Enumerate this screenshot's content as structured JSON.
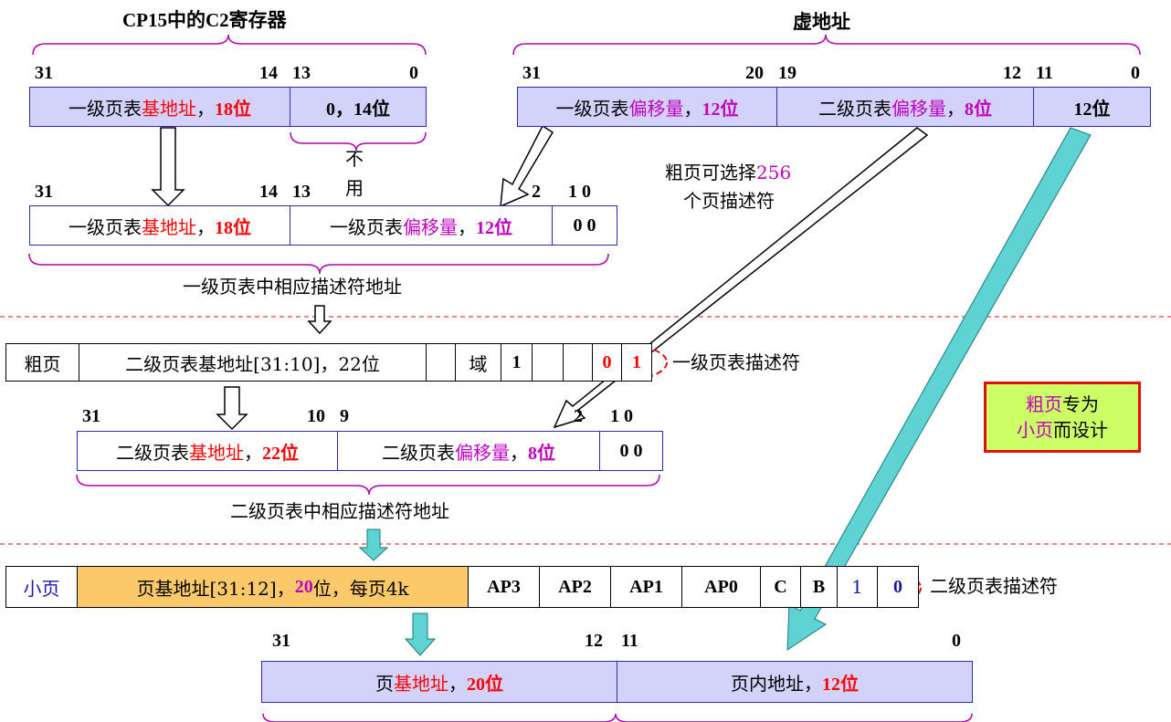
{
  "top_left": {
    "title": "CP15中的C2寄存器",
    "bits": {
      "b31": "31",
      "b14": "14",
      "b13": "13",
      "b0": "0"
    },
    "field_base": {
      "pre": "一级页表",
      "hl": "基地址",
      "post": "，",
      "size": "18位"
    },
    "field_zero": "0，14位",
    "unused_1": "不",
    "unused_2": "用"
  },
  "virtual_address": {
    "title": "虚地址",
    "bits": {
      "b31": "31",
      "b20": "20",
      "b19": "19",
      "b12": "12",
      "b11": "11",
      "b0": "0"
    },
    "field_l1": {
      "pre": "一级页表",
      "hl": "偏移量",
      "post": "，",
      "size": "12位"
    },
    "field_l2": {
      "pre": "二级页表",
      "hl": "偏移量",
      "post": "，",
      "size": "8位"
    },
    "field_off": "12位"
  },
  "l1_descriptor_address": {
    "bits": {
      "b31": "31",
      "b14": "14",
      "b13": "13",
      "b2": "2",
      "b10": "1 0"
    },
    "field_base": {
      "pre": "一级页表",
      "hl": "基地址",
      "post": "，",
      "size": "18位"
    },
    "field_off": {
      "pre": "一级页表",
      "hl": "偏移量",
      "post": "，",
      "size": "12位"
    },
    "field_zero": "0 0",
    "caption": "一级页表中相应描述符地址"
  },
  "coarse_note": {
    "line1_pre": "粗页可选择",
    "line1_num": "256",
    "line2": "个页描述符"
  },
  "l1_descriptor": {
    "type_label": "粗页",
    "base_field": "二级页表基地址[31:10]，22位",
    "domain": "域",
    "one": "1",
    "bit1": "0",
    "bit0": "1",
    "label": "一级页表描述符"
  },
  "l2_descriptor_address": {
    "bits": {
      "b31": "31",
      "b10": "10",
      "b9": "9",
      "b2": "2",
      "b10b": "1 0"
    },
    "field_base": {
      "pre": "二级页表",
      "hl": "基地址",
      "post": "，",
      "size": "22位"
    },
    "field_off": {
      "pre": "二级页表",
      "hl": "偏移量",
      "post": "，",
      "size": "8位"
    },
    "field_zero": "0 0",
    "caption": "二级页表中相应描述符地址"
  },
  "side_note": {
    "l1_hl": "粗页",
    "l1_post": "专为",
    "l2_hl": "小页",
    "l2_post": "而设计"
  },
  "l2_descriptor": {
    "type_label": "小页",
    "base_pre": "页基地址[31:12]，",
    "base_num": "20",
    "base_post": "位，每页4k",
    "ap3": "AP3",
    "ap2": "AP2",
    "ap1": "AP1",
    "ap0": "AP0",
    "c": "C",
    "b": "B",
    "bit1": "1",
    "bit0": "0",
    "label": "二级页表描述符"
  },
  "physical_address": {
    "bits": {
      "b31": "31",
      "b12": "12",
      "b11": "11",
      "b0": "0"
    },
    "field_base": {
      "pre": "页",
      "hl": "基地址",
      "post": "，",
      "size": "20位"
    },
    "field_off": {
      "pre": "页内地址，",
      "size": "12位"
    }
  },
  "colors": {
    "field_fill": "#d2d2fa",
    "highlight_red": "#ff0000",
    "highlight_magenta": "#c000c0",
    "orange_fill": "#fcc96a",
    "teal_arrow": "#5fd3d3",
    "note_fill": "#ccff66",
    "dash_red": "#e01010"
  }
}
